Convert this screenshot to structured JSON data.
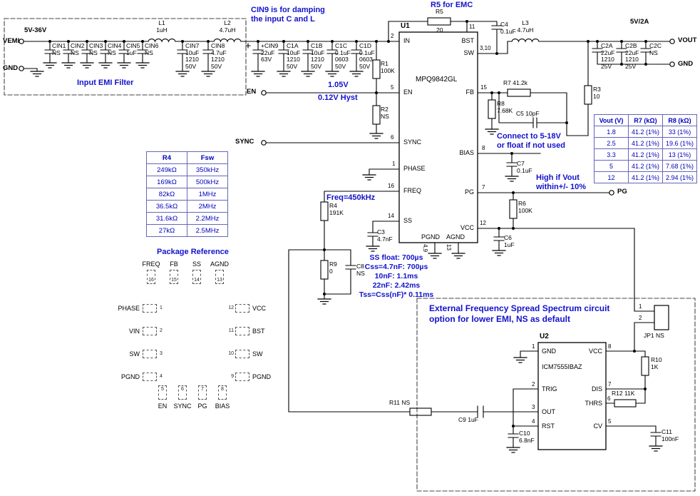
{
  "notes": {
    "cin9": "CIN9 is for damping\nthe input C and L",
    "r5": "R5 for EMC",
    "en_voltage": "1.05V",
    "en_hyst": "0.12V Hyst",
    "bias": "Connect to 5-18V\nor float if not used",
    "pg": "High if Vout\nwithin+/- 10%",
    "freq": "Freq=450kHz",
    "ss": "SS float: 700µs\nCss=4.7nF: 700µs\n10nF: 1.1ms\n22nF: 2.42ms\nTss=Css(nF)* 0.11ms",
    "emi_title": "Input EMI Filter",
    "package_title": "Package Reference",
    "ss_box_title": "External Frequency Spread Spectrum circuit\noption for lower EMI, NS as default"
  },
  "io": {
    "input_voltage": "5V-36V",
    "output_rating": "5V/2A",
    "vemi": "VEMI",
    "gnd_in": "GND",
    "en": "EN",
    "sync": "SYNC",
    "pg": "PG",
    "vout": "VOUT",
    "gnd_out": "GND"
  },
  "u1": {
    "ref": "U1",
    "part": "MPQ9842GL",
    "pins": {
      "in": "IN",
      "en": "EN",
      "sync": "SYNC",
      "phase": "PHASE",
      "freq": "FREQ",
      "ss": "SS",
      "bst": "BST",
      "sw": "SW",
      "fb": "FB",
      "bias": "BIAS",
      "pg": "PG",
      "vcc": "VCC",
      "pgnd": "PGND",
      "agnd": "AGND"
    },
    "nums": {
      "in": "2",
      "en": "5",
      "sync": "6",
      "phase": "1",
      "freq": "16",
      "ss": "14",
      "bst": "11",
      "sw": "3,10",
      "fb": "15",
      "bias": "8",
      "pg": "7",
      "vcc": "12",
      "pgnd": "4,9",
      "agnd": "13"
    }
  },
  "u2": {
    "ref": "U2",
    "part": "ICM7555IBAZ",
    "pins": {
      "gnd": "GND",
      "vcc": "VCC",
      "trig": "TRIG",
      "dis": "DIS",
      "out": "OUT",
      "thrs": "THRS",
      "rst": "RST",
      "cv": "CV"
    },
    "nums": {
      "gnd": "1",
      "vcc": "8",
      "trig": "2",
      "dis": "7",
      "out": "3",
      "thrs": "6",
      "rst": "4",
      "cv": "5"
    }
  },
  "jp1": {
    "label": "JP1 NS",
    "pin1": "1",
    "pin2": "2"
  },
  "parts": {
    "cin1": "CIN1\nNS",
    "cin2": "CIN2\nNS",
    "cin3": "CIN3\nNS",
    "cin4": "CIN4\nNS",
    "cin5": "CIN5\n1uF",
    "cin6": "CIN6\nNS",
    "cin7": "CIN7\n10uF\n1210\n50V",
    "cin8": "CIN8\n4.7uF\n1210\n50V",
    "cin9": "+CIN9\n22uF\n63V",
    "l1": "L1\n1uH",
    "l2": "L2\n4.7uH",
    "l3": "L3\n4.7uH",
    "c1a": "C1A\n10uF\n1210\n50V",
    "c1b": "C1B\n10uF\n1210\n50V",
    "c1c": "C1C\n0.1uF\n0603\n50V",
    "c1d": "C1D\n0.1uF\n0603\n50V",
    "c2a": "C2A\n22uF\n1210\n25V",
    "c2b": "C2B\n22uF\n1210\n25V",
    "c2c": "C2C\nNS",
    "c3": "C3\n4.7nF",
    "c4": "C4\n0.1uF",
    "c5": "C5  10pF",
    "c6": "C6\n1uF",
    "c7": "C7\n0.1uF",
    "c8": "C8\nNS",
    "c9": "C9  1uF",
    "c10": "C10\n6.8nF",
    "c11": "C11\n100nF",
    "r1": "R1\n100K",
    "r2": "R2\nNS",
    "r3": "R3\n10",
    "r4": "R4\n191K",
    "r5_name": "R5",
    "r5_value": "20",
    "r6": "R6\n100K",
    "r7": "R7    41.2k",
    "r8": "R8\n7.68K",
    "r9": "R9\n0",
    "r10": "R10\n1K",
    "r11": "R11  NS",
    "r12": "R12  11K"
  },
  "fsw_table": {
    "headers": [
      "R4",
      "Fsw"
    ],
    "rows": [
      [
        "249kΩ",
        "350kHz"
      ],
      [
        "169kΩ",
        "500kHz"
      ],
      [
        "82kΩ",
        "1MHz"
      ],
      [
        "36.5kΩ",
        "2MHz"
      ],
      [
        "31.6kΩ",
        "2.2MHz"
      ],
      [
        "27kΩ",
        "2.5MHz"
      ]
    ]
  },
  "vout_table": {
    "headers": [
      "Vout (V)",
      "R7 (kΩ)",
      "R8 (kΩ)"
    ],
    "rows": [
      [
        "1.8",
        "41.2 (1%)",
        "33 (1%)"
      ],
      [
        "2.5",
        "41.2 (1%)",
        "19.6 (1%)"
      ],
      [
        "3.3",
        "41.2 (1%)",
        "13 (1%)"
      ],
      [
        "5",
        "41.2 (1%)",
        "7.68 (1%)"
      ],
      [
        "12",
        "41.2 (1%)",
        "2.94 (1%)"
      ]
    ]
  },
  "package": {
    "top": [
      {
        "label": "FREQ",
        "num": "16"
      },
      {
        "label": "FB",
        "num": "15"
      },
      {
        "label": "SS",
        "num": "14"
      },
      {
        "label": "AGND",
        "num": "13"
      }
    ],
    "left": [
      {
        "label": "PHASE",
        "num": "1"
      },
      {
        "label": "VIN",
        "num": "2"
      },
      {
        "label": "SW",
        "num": "3"
      },
      {
        "label": "PGND",
        "num": "4"
      }
    ],
    "right": [
      {
        "label": "VCC",
        "num": "12"
      },
      {
        "label": "BST",
        "num": "11"
      },
      {
        "label": "SW",
        "num": "10"
      },
      {
        "label": "PGND",
        "num": "9"
      }
    ],
    "bottom": [
      {
        "label": "EN",
        "num": "5"
      },
      {
        "label": "SYNC",
        "num": "6"
      },
      {
        "label": "PG",
        "num": "7"
      },
      {
        "label": "BIAS",
        "num": "8"
      }
    ]
  },
  "colors": {
    "note_blue": "#1212cc",
    "table_blue": "#0000bb",
    "wire": "#000000"
  }
}
